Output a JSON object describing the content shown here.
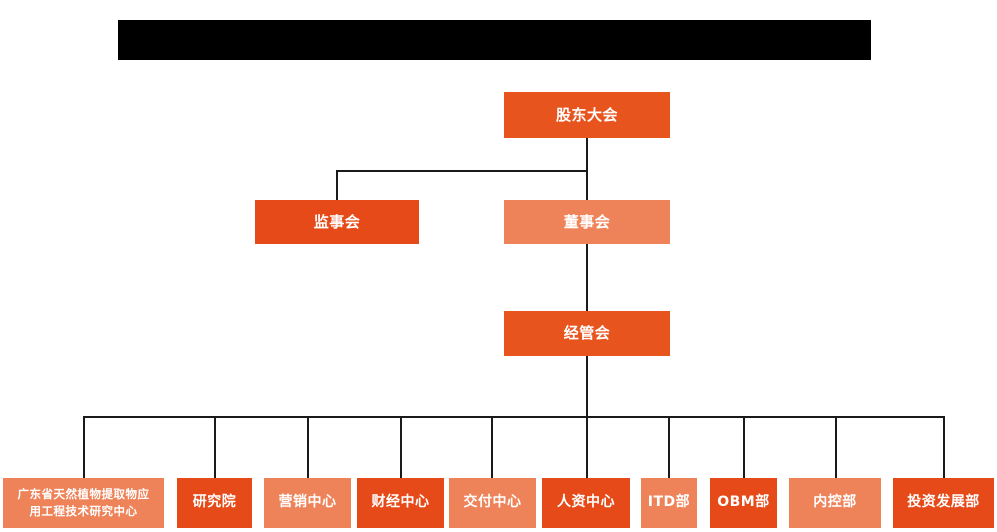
{
  "page": {
    "title_bar": {
      "name": "redacted-title-bar",
      "color": "#000000",
      "label": ""
    },
    "background_color": "#ffffff",
    "line_color": "#1a1a1a"
  },
  "palette": {
    "bright_orange": "#E8541E",
    "dark_orange": "#E54A18",
    "light_salmon": "#EE8258",
    "text_color": "#ffffff"
  },
  "chart": {
    "type": "org-chart",
    "levels": [
      {
        "level": 1,
        "nodes": [
          {
            "id": "shareholders",
            "label": "股东大会",
            "shade": "bright"
          }
        ]
      },
      {
        "level": 2,
        "nodes": [
          {
            "id": "supervisors",
            "label": "监事会",
            "shade": "dark"
          },
          {
            "id": "directors",
            "label": "董事会",
            "shade": "light"
          }
        ]
      },
      {
        "level": 3,
        "nodes": [
          {
            "id": "management",
            "label": "经管会",
            "shade": "bright"
          }
        ]
      },
      {
        "level": 4,
        "nodes": [
          {
            "id": "research-center",
            "label": "广东省天然植物提取物应\n用工程技术研究中心",
            "shade": "light"
          },
          {
            "id": "institute",
            "label": "研究院",
            "shade": "dark"
          },
          {
            "id": "marketing-center",
            "label": "营销中心",
            "shade": "light"
          },
          {
            "id": "finance-center",
            "label": "财经中心",
            "shade": "dark"
          },
          {
            "id": "delivery-center",
            "label": "交付中心",
            "shade": "light"
          },
          {
            "id": "hr-center",
            "label": "人资中心",
            "shade": "dark"
          },
          {
            "id": "itd-department",
            "label": "ITD部",
            "shade": "light"
          },
          {
            "id": "obm-department",
            "label": "OBM部",
            "shade": "dark"
          },
          {
            "id": "internal-control-department",
            "label": "内控部",
            "shade": "light"
          },
          {
            "id": "investment-development-department",
            "label": "投资发展部",
            "shade": "dark"
          }
        ]
      }
    ]
  }
}
